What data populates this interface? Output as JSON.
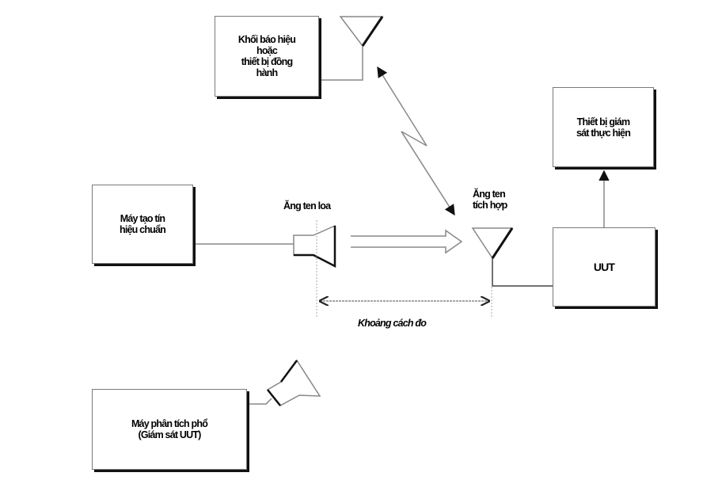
{
  "diagram": {
    "title": "",
    "blocks": {
      "signaling": {
        "label": "Khối báo hiệu\nhoặc\nthiết bị đồng\nhành"
      },
      "monitor": {
        "label": "Thiết bị giám\nsát thực hiện"
      },
      "generator": {
        "label": "Máy tạo tín\nhiệu chuẩn"
      },
      "uut": {
        "label": "UUT"
      },
      "analyzer": {
        "label": "Máy phân tích phổ\n(Giám sát UUT)"
      }
    },
    "labels": {
      "horn_antenna": "Ăng ten loa",
      "integrated_antenna": "Ăng ten\ntích hợp",
      "measurement_distance": "Khoảng cách đo"
    },
    "connections": [
      {
        "from": "generator",
        "to": "horn_antenna",
        "type": "line"
      },
      {
        "from": "horn_antenna",
        "to": "integrated_antenna",
        "type": "hollow-arrow"
      },
      {
        "from": "signaling_antenna",
        "to": "integrated_antenna",
        "type": "wireless-bidirectional"
      },
      {
        "from": "integrated_antenna",
        "to": "uut",
        "type": "line"
      },
      {
        "from": "uut",
        "to": "monitor",
        "type": "arrow"
      },
      {
        "from": "analyzer",
        "to": "analyzer_horn",
        "type": "line"
      },
      {
        "from": "horn_antenna",
        "to": "integrated_antenna",
        "type": "dimension",
        "label_ref": "measurement_distance"
      }
    ],
    "colors": {
      "line": "#8a8a8a",
      "stroke_dark": "#111111",
      "background": "#ffffff"
    }
  }
}
